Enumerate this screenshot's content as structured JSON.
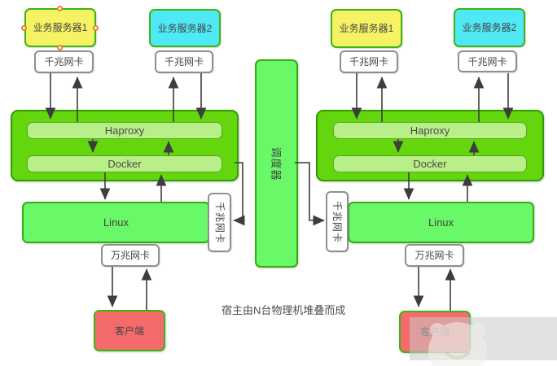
{
  "labels": {
    "business_server_1": "业务服务器1",
    "business_server_2": "业务服务器2",
    "gigabit_nic": "千兆网卡",
    "ten_gigabit_nic": "万兆网卡",
    "haproxy": "Haproxy",
    "docker": "Docker",
    "linux": "Linux",
    "scheduler": "调度器",
    "client": "客户端"
  },
  "annotation": "宿主由N台物理机堆叠而成",
  "colors": {
    "server1_fill": "#f5f263",
    "server2_fill": "#4fe9f5",
    "container_fill": "#63d60e",
    "inner_bar_fill": "#b9ef88",
    "host_green_fill": "#68f868",
    "client_fill": "#f56b6b",
    "green_border": "#3cb412",
    "nic_border": "#8f8f8f",
    "connector_line": "#3d3d3d",
    "selection_handle": "#fa7a28"
  }
}
